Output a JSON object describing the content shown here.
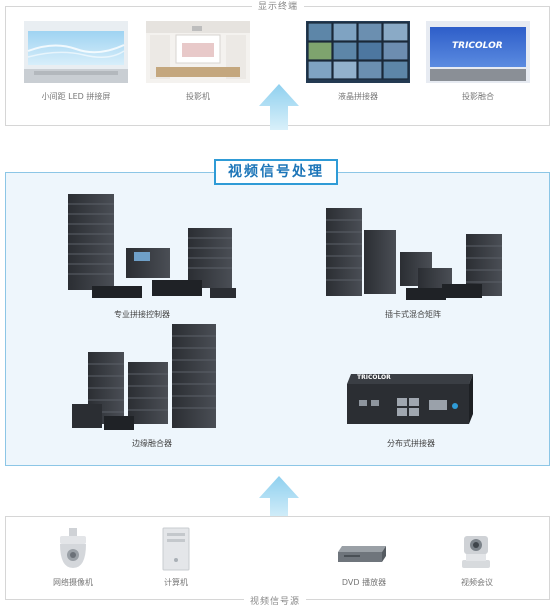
{
  "display": {
    "label": "显示终端",
    "items": [
      {
        "caption": "小间距 LED 拼接屏",
        "icon": "led-wall-icon"
      },
      {
        "caption": "投影机",
        "icon": "projector-room-icon"
      },
      {
        "caption": "液晶拼接器",
        "icon": "lcd-video-wall-icon"
      },
      {
        "caption": "投影融合",
        "icon": "projection-blend-icon"
      }
    ],
    "blend_logo": "TRICOLOR"
  },
  "processing": {
    "title": "视频信号处理",
    "products": [
      {
        "caption": "专业拼接控制器",
        "icon": "splicing-controller-icon"
      },
      {
        "caption": "插卡式混合矩阵",
        "icon": "card-matrix-icon"
      },
      {
        "caption": "边缘融合器",
        "icon": "edge-blender-icon"
      },
      {
        "caption": "分布式拼接器",
        "icon": "distributed-splicer-icon"
      }
    ],
    "device_brand": "TRICOLOR"
  },
  "sources": {
    "label": "视频信号源",
    "items": [
      {
        "caption": "网络摄像机",
        "icon": "dome-camera-icon"
      },
      {
        "caption": "计算机",
        "icon": "computer-tower-icon"
      },
      {
        "caption": "DVD 播放器",
        "icon": "dvd-player-icon"
      },
      {
        "caption": "视频会议",
        "icon": "conference-camera-icon"
      }
    ]
  },
  "colors": {
    "accent": "#2f9bd6",
    "title_text": "#1c75b8",
    "panel_bg": "#eef6fc",
    "arrow": "#8fd0ef"
  }
}
